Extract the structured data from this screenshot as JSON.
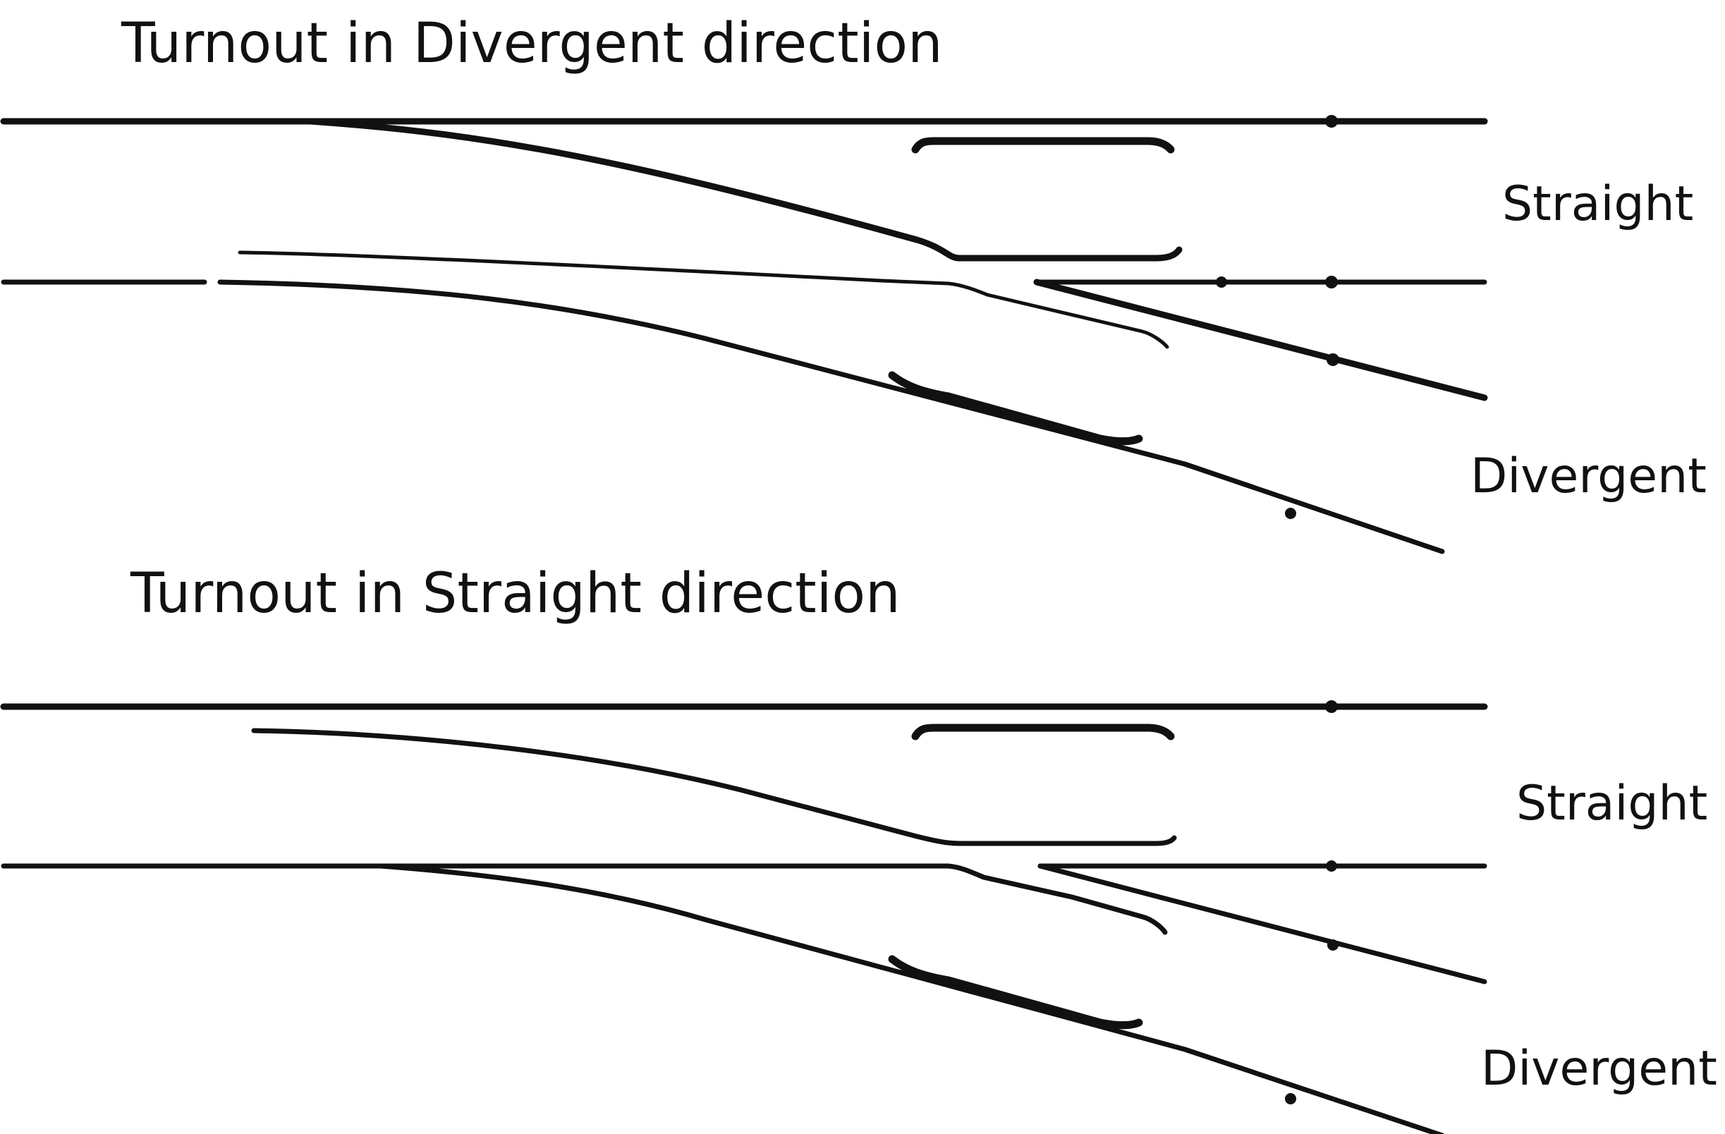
{
  "diagrams": [
    {
      "title": "Turnout in Divergent direction",
      "straight_label": "Straight",
      "divergent_label": "Divergent"
    },
    {
      "title": "Turnout in Straight direction",
      "straight_label": "Straight",
      "divergent_label": "Divergent"
    }
  ],
  "colors": {
    "rail": "#111111",
    "background": "#ffffff"
  }
}
